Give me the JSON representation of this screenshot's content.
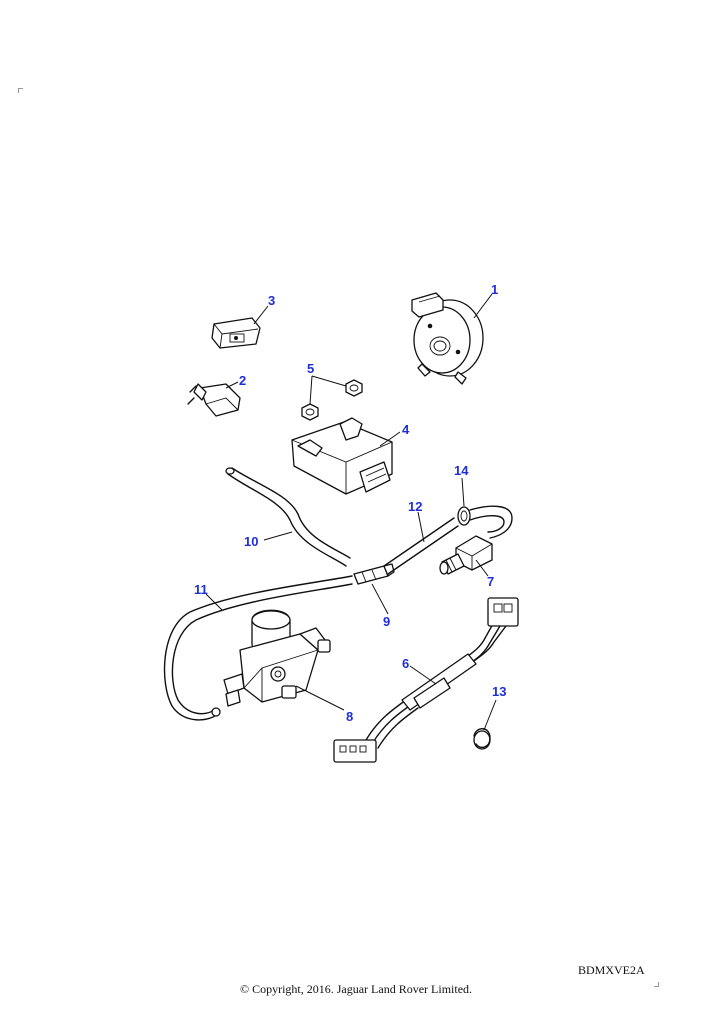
{
  "diagram": {
    "callouts": [
      {
        "id": "callout-1",
        "label": "1"
      },
      {
        "id": "callout-2",
        "label": "2"
      },
      {
        "id": "callout-3",
        "label": "3"
      },
      {
        "id": "callout-4",
        "label": "4"
      },
      {
        "id": "callout-5",
        "label": "5"
      },
      {
        "id": "callout-6",
        "label": "6"
      },
      {
        "id": "callout-7",
        "label": "7"
      },
      {
        "id": "callout-8",
        "label": "8"
      },
      {
        "id": "callout-9",
        "label": "9"
      },
      {
        "id": "callout-10",
        "label": "10"
      },
      {
        "id": "callout-11",
        "label": "11"
      },
      {
        "id": "callout-12",
        "label": "12"
      },
      {
        "id": "callout-13",
        "label": "13"
      },
      {
        "id": "callout-14",
        "label": "14"
      }
    ],
    "callout_color": "#1d2fd6"
  },
  "footer": {
    "drawing_code": "BDMXVE2A",
    "copyright": "© Copyright, 2016. Jaguar Land Rover Limited."
  }
}
